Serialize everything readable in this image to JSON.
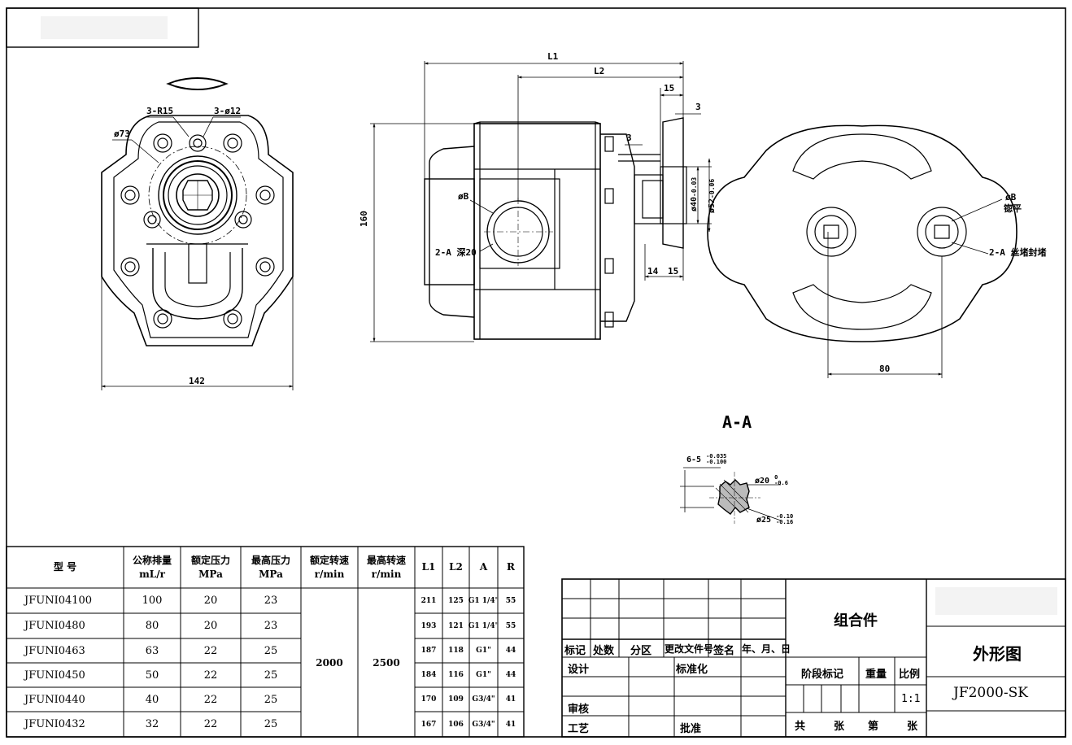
{
  "view_labels": {
    "section": "A-A",
    "port_b": "øB",
    "port_b_right": "øB",
    "port_b_right_note": "锪平",
    "thread_2a": "2-A 深20",
    "thread_2a_right": "2-A 丝堵封堵",
    "holes_r15": "3-R15",
    "holes_d12": "3-ø12",
    "pitch_d73": "ø73"
  },
  "dimensions": {
    "L1": "L1",
    "L2": "L2",
    "d15_top": "15",
    "d3_top": "3",
    "d3_mid": "3",
    "d160": "160",
    "d142": "142",
    "d14": "14",
    "d15_bottom": "15",
    "d80": "80",
    "pilot_40": "ø40",
    "pilot_40_tol": "-0.03",
    "pilot_52": "ø52",
    "pilot_52_tol": "-0.06",
    "spline_key": "6-5",
    "spline_key_tol_up": "-0.035",
    "spline_key_tol_dn": "-0.100",
    "spline_d20": "ø20",
    "spline_d20_up": "0",
    "spline_d20_dn": "-0.6",
    "spline_d25": "ø25",
    "spline_d25_up": "-0.10",
    "spline_d25_dn": "-0.16"
  },
  "spec_table": {
    "headers": [
      [
        "型    号"
      ],
      [
        "公称排量",
        "mL/r"
      ],
      [
        "额定压力",
        "MPa"
      ],
      [
        "最高压力",
        "MPa"
      ],
      [
        "额定转速",
        "r/min"
      ],
      [
        "最高转速",
        "r/min"
      ],
      [
        "L1"
      ],
      [
        "L2"
      ],
      [
        "A"
      ],
      [
        "R"
      ]
    ],
    "rated_speed": "2000",
    "max_speed": "2500",
    "rows": [
      {
        "model": "JFUNI04100",
        "disp": "100",
        "rated_p": "20",
        "max_p": "23",
        "L1": "211",
        "L2": "125",
        "A": "G1 1/4\"",
        "R": "55"
      },
      {
        "model": "JFUNI0480",
        "disp": "80",
        "rated_p": "20",
        "max_p": "23",
        "L1": "193",
        "L2": "121",
        "A": "G1 1/4\"",
        "R": "55"
      },
      {
        "model": "JFUNI0463",
        "disp": "63",
        "rated_p": "22",
        "max_p": "25",
        "L1": "187",
        "L2": "118",
        "A": "G1\"",
        "R": "44"
      },
      {
        "model": "JFUNI0450",
        "disp": "50",
        "rated_p": "22",
        "max_p": "25",
        "L1": "184",
        "L2": "116",
        "A": "G1\"",
        "R": "44"
      },
      {
        "model": "JFUNI0440",
        "disp": "40",
        "rated_p": "22",
        "max_p": "25",
        "L1": "170",
        "L2": "109",
        "A": "G3/4\"",
        "R": "41"
      },
      {
        "model": "JFUNI0432",
        "disp": "32",
        "rated_p": "22",
        "max_p": "25",
        "L1": "167",
        "L2": "106",
        "A": "G3/4\"",
        "R": "41"
      }
    ]
  },
  "title_block": {
    "rev_headers": [
      "标记",
      "处数",
      "分区",
      "更改文件号",
      "签名",
      "年、月、日"
    ],
    "design": "设计",
    "standardize": "标准化",
    "review": "审核",
    "process": "工艺",
    "approve": "批准",
    "stage_mark": "阶段标记",
    "weight": "重量",
    "scale": "比例",
    "scale_value": "1:1",
    "sheets": [
      "共",
      "张",
      "第",
      "张"
    ],
    "assembly": "组合件",
    "drawing_name": "外形图",
    "drawing_code": "JF2000-SK"
  }
}
